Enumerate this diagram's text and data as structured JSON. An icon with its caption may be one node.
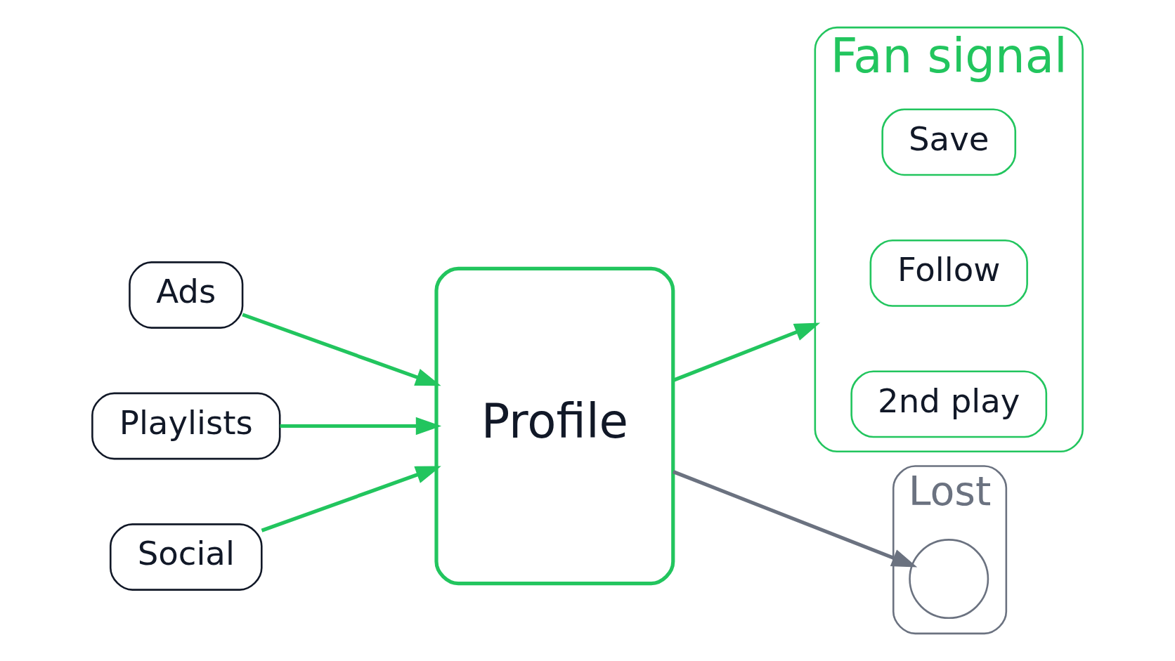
{
  "diagram": {
    "nodes": [
      {
        "text": [
          "Ads"
        ]
      },
      {
        "text": [
          "Playlists"
        ]
      },
      {
        "text": [
          "Social"
        ]
      },
      {
        "text": [
          "Profile"
        ]
      },
      {
        "text": [
          "Fan signal"
        ]
      },
      {
        "text": [
          "Save"
        ],
        "in": 4
      },
      {
        "text": [
          "Follow"
        ],
        "in": 4
      },
      {
        "text": [
          "2nd play"
        ],
        "in": 4
      },
      {
        "text": [
          "Lost"
        ]
      },
      {
        "text": [],
        "shape": "circle",
        "in": 8
      }
    ],
    "edges": [
      {
        "from": 0,
        "to": 3,
        "arrow": "to"
      },
      {
        "from": 1,
        "to": 3,
        "arrow": "to"
      },
      {
        "from": 2,
        "to": 3,
        "arrow": "to"
      },
      {
        "from": 3,
        "to": 4,
        "arrow": "to"
      },
      {
        "from": 3,
        "to": 9,
        "arrow": "to",
        "color": "#6b7280"
      }
    ]
  }
}
